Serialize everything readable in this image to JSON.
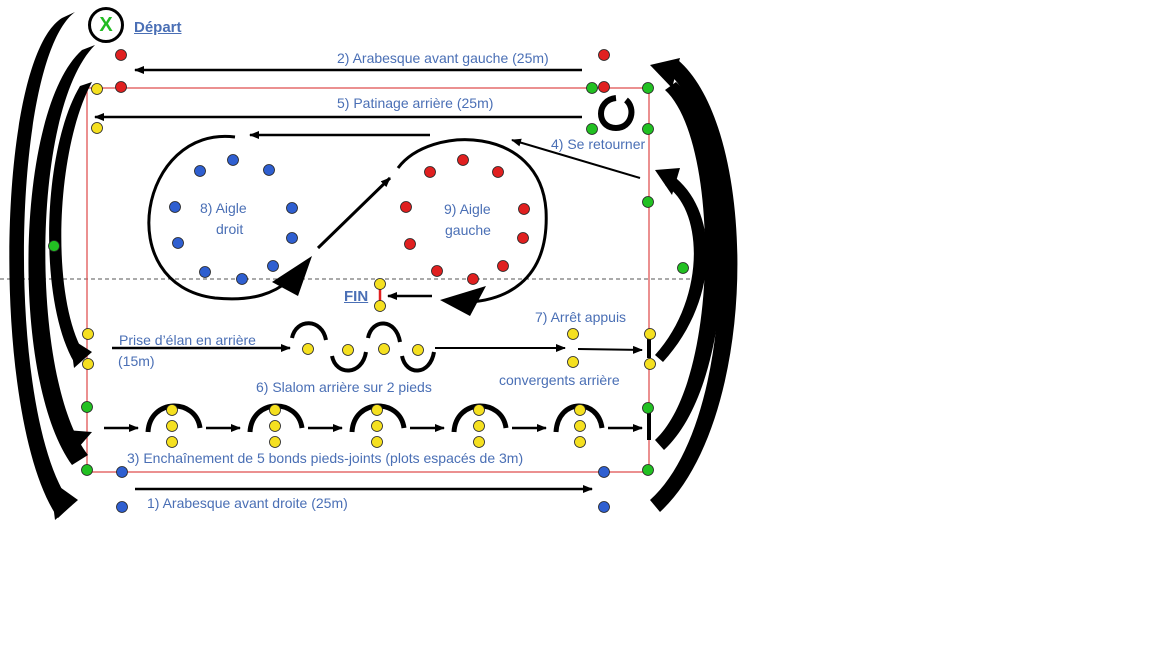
{
  "start": {
    "mark": "X",
    "label": "Départ"
  },
  "finish": {
    "label": "FIN"
  },
  "stations": {
    "s1": "1) Arabesque avant droite (25m)",
    "s2": "2) Arabesque avant gauche (25m)",
    "s3": "3) Enchaînement de 5 bonds pieds-joints (plots espacés de 3m)",
    "s4": "4) Se retourner",
    "s5": "5) Patinage arrière (25m)",
    "s6": "6) Slalom arrière sur 2 pieds",
    "s6_lead": "Prise d’élan en arrière",
    "s6_lead_dist": "(15m)",
    "s7_a": "7) Arrêt appuis",
    "s7_b": "convergents arrière",
    "s8_a": "8) Aigle",
    "s8_b": "droit",
    "s9_a": "9) Aigle",
    "s9_b": "gauche"
  },
  "colors": {
    "label": "#4a6fb5",
    "rink_border": "#e05555",
    "cone_red": "#e02020",
    "cone_blue": "#2f5fd0",
    "cone_green": "#22c022",
    "cone_yellow": "#f5e020",
    "midline": "#555555"
  }
}
